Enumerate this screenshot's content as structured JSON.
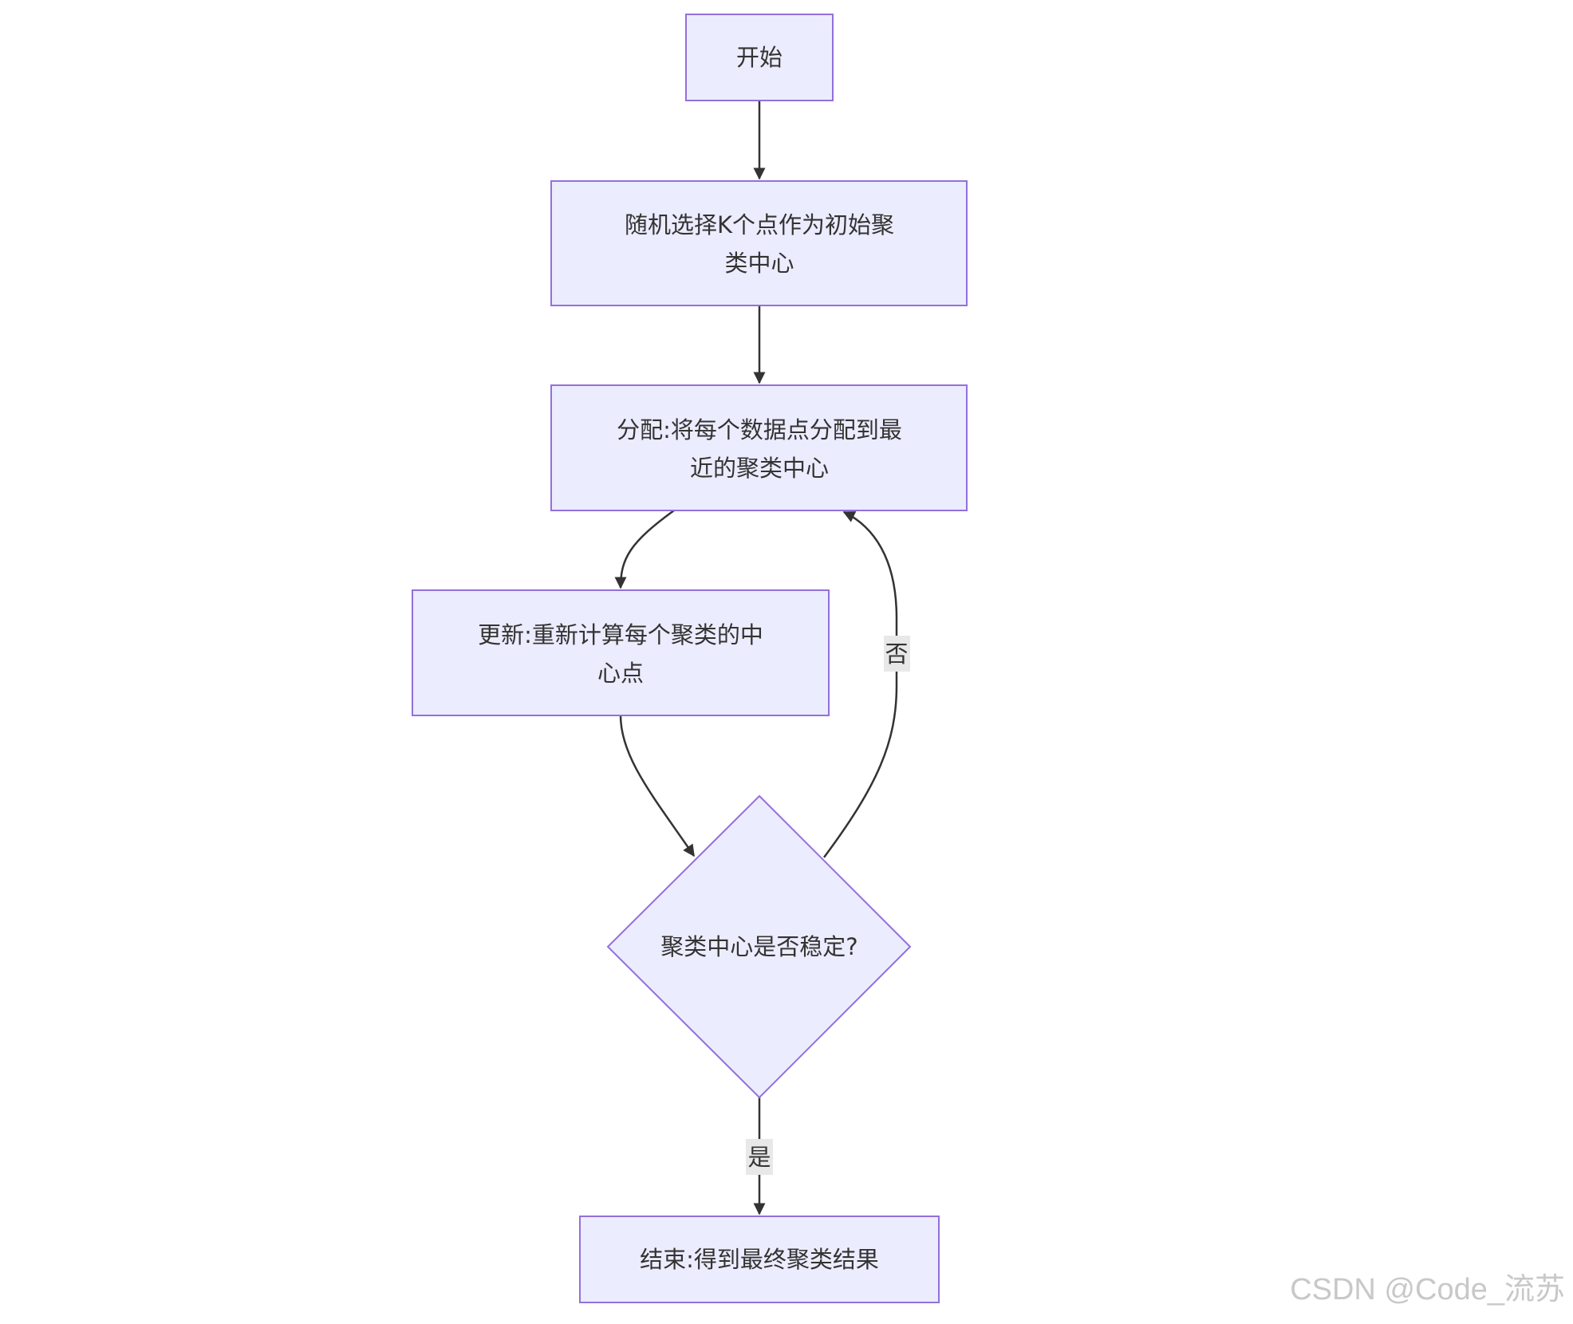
{
  "diagram": {
    "type": "flowchart",
    "nodes": {
      "start": {
        "shape": "rect",
        "lines": [
          "开始"
        ]
      },
      "init": {
        "shape": "rect",
        "lines": [
          "随机选择K个点作为初始聚",
          "类中心"
        ]
      },
      "assign": {
        "shape": "rect",
        "lines": [
          "分配:将每个数据点分配到最",
          "近的聚类中心"
        ]
      },
      "update": {
        "shape": "rect",
        "lines": [
          "更新:重新计算每个聚类的中",
          "心点"
        ]
      },
      "decision": {
        "shape": "diamond",
        "lines": [
          "聚类中心是否稳定?"
        ]
      },
      "end": {
        "shape": "rect",
        "lines": [
          "结束:得到最终聚类结果"
        ]
      }
    },
    "edges": [
      {
        "from": "start",
        "to": "init",
        "label": ""
      },
      {
        "from": "init",
        "to": "assign",
        "label": ""
      },
      {
        "from": "assign",
        "to": "update",
        "label": ""
      },
      {
        "from": "update",
        "to": "decision",
        "label": ""
      },
      {
        "from": "decision",
        "to": "assign",
        "label": "否"
      },
      {
        "from": "decision",
        "to": "end",
        "label": "是"
      }
    ],
    "colors": {
      "node_fill": "#ececff",
      "node_stroke": "#9370db",
      "edge": "#333333",
      "text": "#333333",
      "label_bg": "#e8e8e8"
    }
  },
  "watermark": "CSDN @Code_流苏"
}
